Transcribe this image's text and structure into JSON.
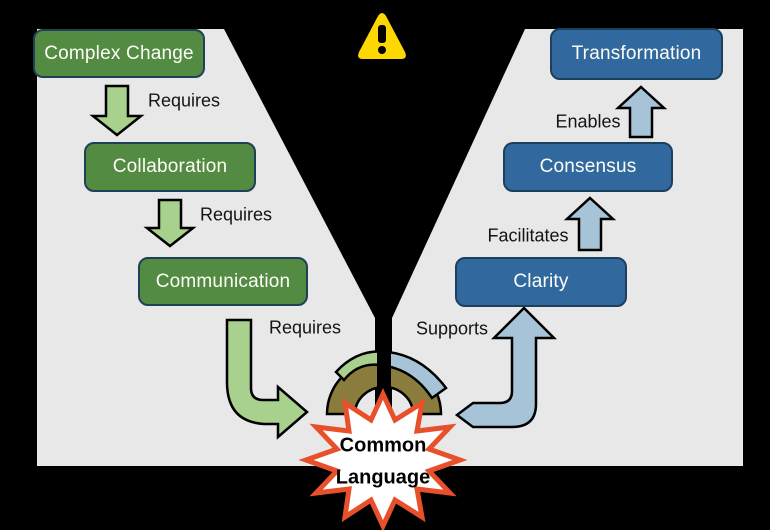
{
  "title": "Common Language diagram",
  "left_panel": {
    "nodes": [
      {
        "label": "Complex Change"
      },
      {
        "label": "Collaboration"
      },
      {
        "label": "Communication"
      }
    ],
    "edge_labels": [
      {
        "label": "Requires"
      },
      {
        "label": "Requires"
      },
      {
        "label": "Requires"
      }
    ]
  },
  "right_panel": {
    "nodes": [
      {
        "label": "Clarity"
      },
      {
        "label": "Consensus"
      },
      {
        "label": "Transformation"
      }
    ],
    "edge_labels": [
      {
        "label": "Supports"
      },
      {
        "label": "Facilitates"
      },
      {
        "label": "Enables"
      }
    ]
  },
  "center": {
    "starburst": {
      "line1": "Common",
      "line2": "Language"
    }
  },
  "icons": {
    "warning": "warning-triangle-icon",
    "bridge": "bridge-icon"
  },
  "colors": {
    "background": "#000000",
    "panel": "#e8e8e8",
    "green_node_fill": "#538b42",
    "green_node_border": "#1e4156",
    "blue_node_fill": "#31699f",
    "blue_node_border": "#1c3f5e",
    "green_arrow": "#a9d18e",
    "blue_arrow": "#a6c3d8",
    "arrow_outline": "#000000",
    "starburst_fill": "#ffffff",
    "starburst_border": "#e8502b",
    "bridge_olive": "#8a7c3c",
    "warning_yellow": "#fdd800",
    "node_text": "#fdfdf8",
    "label_text": "#141414"
  }
}
